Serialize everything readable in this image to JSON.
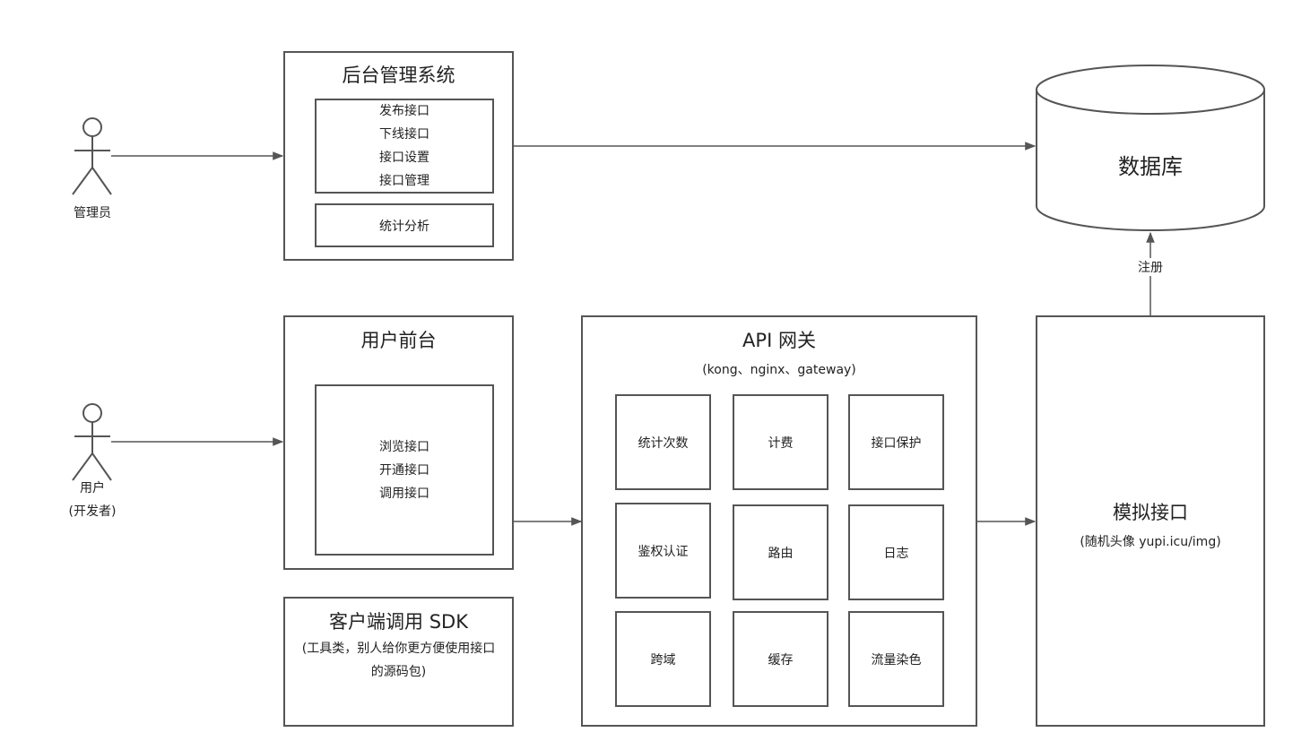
{
  "admin": {
    "label": "管理员"
  },
  "user": {
    "label": "用户",
    "sublabel": "(开发者)"
  },
  "backend": {
    "title": "后台管理系统",
    "items": [
      "发布接口",
      "下线接口",
      "接口设置",
      "接口管理"
    ],
    "stats": "统计分析"
  },
  "frontend": {
    "title": "用户前台",
    "items": [
      "浏览接口",
      "开通接口",
      "调用接口"
    ]
  },
  "sdk": {
    "title": "客户端调用 SDK",
    "desc_line1": "(工具类，别人给你更方便使用接口",
    "desc_line2": "的源码包)"
  },
  "gateway": {
    "title": "API 网关",
    "subtitle": "(kong、nginx、gateway)",
    "cells": [
      "统计次数",
      "计费",
      "接口保护",
      "鉴权认证",
      "路由",
      "日志",
      "跨域",
      "缓存",
      "流量染色"
    ]
  },
  "database": {
    "label": "数据库"
  },
  "mock": {
    "title": "模拟接口",
    "subtitle": "(随机头像 yupi.icu/img)"
  },
  "edges": {
    "register": "注册"
  },
  "colors": {
    "stroke": "#555555",
    "text": "#222222"
  }
}
